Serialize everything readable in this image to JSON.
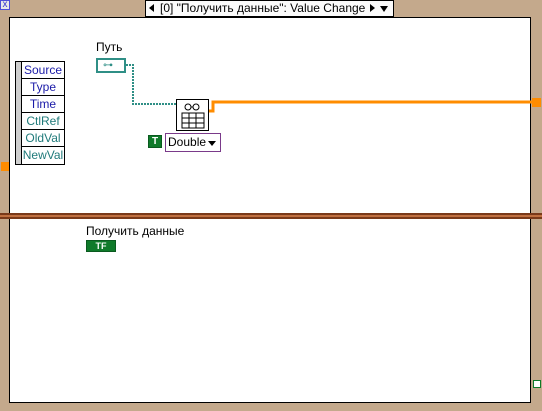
{
  "structure": {
    "case_selector": {
      "text": "[0] \"Получить данные\": Value Change"
    }
  },
  "event_data_node": {
    "items": [
      "Source",
      "Type",
      "Time",
      "CtlRef",
      "OldVal",
      "NewVal"
    ]
  },
  "controls": {
    "path_label": "Путь",
    "path_icon": "⊶",
    "bool_label": "Получить данные",
    "bool_text": "TF"
  },
  "constants": {
    "type_constant_text": "T",
    "data_type_value": "Double"
  },
  "colors": {
    "frame": "#c4a98c",
    "path_wire": "#2f8f86",
    "dbl_wire": "#ff8c00",
    "boolean": "#0f7a2a",
    "event_text_blue": "#1a1aa8",
    "event_text_teal": "#1f7a7a"
  }
}
